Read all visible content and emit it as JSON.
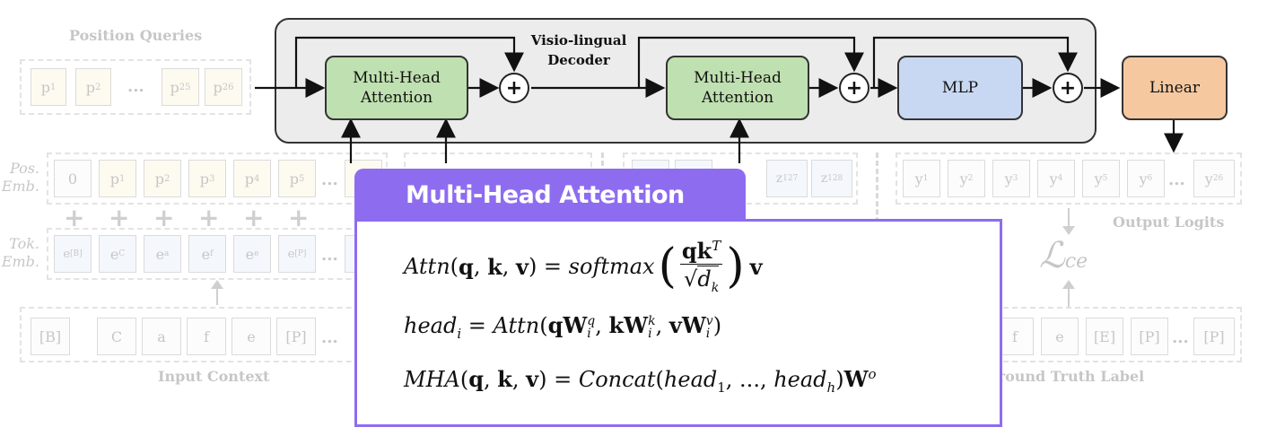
{
  "left_panel": {
    "position_queries_label": "Position Queries",
    "position_queries": [
      "p1",
      "p2",
      "...",
      "p25",
      "p26"
    ],
    "pos_emb_label": "Pos. Emb.",
    "pos_emb_tokens": [
      "0",
      "p1",
      "p2",
      "p3",
      "p4",
      "p5",
      "..."
    ],
    "tok_emb_label": "Tok. Emb.",
    "tok_emb_tokens": [
      "e[B]",
      "eC",
      "ea",
      "ef",
      "ee",
      "e[P]",
      "..."
    ],
    "input_context_label": "Input Context",
    "input_context": [
      "[B]",
      "C",
      "a",
      "f",
      "e",
      "[P]",
      "..."
    ]
  },
  "decoder": {
    "title": "Visio-lingual Decoder",
    "blocks": [
      "Multi-Head Attention",
      "Multi-Head Attention",
      "MLP"
    ],
    "linear": "Linear"
  },
  "visual_tokens": [
    "z127",
    "z128"
  ],
  "right_panel": {
    "output_tokens": [
      "y1",
      "y2",
      "y3",
      "y4",
      "y5",
      "y6",
      "...",
      "y26"
    ],
    "output_logits_label": "Output Logits",
    "loss": "L_ce",
    "ground_truth_tokens": [
      "f",
      "e",
      "[E]",
      "[P]",
      "...",
      "[P]"
    ],
    "ground_truth_label": "Ground Truth Label"
  },
  "popup": {
    "title": "Multi-Head Attention",
    "equations": [
      "Attn(q,k,v) = softmax(qk^T / sqrt(d_k)) v",
      "head_i = Attn(qW_i^q, kW_i^k, vW_i^v)",
      "MHA(q,k,v) = Concat(head_1, ..., head_h) W^o"
    ]
  },
  "colors": {
    "attention_green": "#bfe0b0",
    "mlp_blue": "#c9d8f2",
    "linear_orange": "#f6c8a0",
    "popup_purple": "#8e6cf0",
    "decoder_bg": "#ececec"
  }
}
